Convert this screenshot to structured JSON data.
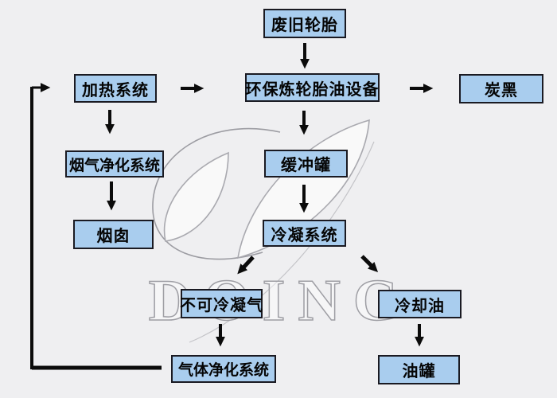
{
  "diagram": {
    "type": "flowchart",
    "colors": {
      "background": "#efeff1",
      "node_fill": "#a9cdee",
      "node_border": "#1a1a22",
      "arrow": "#0b0b0b",
      "watermark": "#a6a6ac"
    },
    "watermark": {
      "text": "DOING",
      "logo": "doing-leaf-logo"
    },
    "nodes": [
      {
        "id": "waste-tyre",
        "label": "废旧轮胎"
      },
      {
        "id": "heating-system",
        "label": "加热系统"
      },
      {
        "id": "tyre-oil-equipment",
        "label": "环保炼轮胎油设备"
      },
      {
        "id": "carbon-black",
        "label": "炭黑"
      },
      {
        "id": "flue-gas-purification",
        "label": "烟气净化系统"
      },
      {
        "id": "buffer-tank",
        "label": "缓冲罐"
      },
      {
        "id": "chimney",
        "label": "烟囱"
      },
      {
        "id": "condensing-system",
        "label": "冷凝系统"
      },
      {
        "id": "non-condensable-gas",
        "label": "不可冷凝气"
      },
      {
        "id": "cooling-oil",
        "label": "冷却油"
      },
      {
        "id": "gas-purification",
        "label": "气体净化系统"
      },
      {
        "id": "oil-tank",
        "label": "油罐"
      }
    ],
    "edges": [
      {
        "from": "waste-tyre",
        "to": "tyre-oil-equipment"
      },
      {
        "from": "heating-system",
        "to": "tyre-oil-equipment"
      },
      {
        "from": "tyre-oil-equipment",
        "to": "carbon-black"
      },
      {
        "from": "heating-system",
        "to": "flue-gas-purification"
      },
      {
        "from": "flue-gas-purification",
        "to": "chimney"
      },
      {
        "from": "tyre-oil-equipment",
        "to": "buffer-tank"
      },
      {
        "from": "buffer-tank",
        "to": "condensing-system"
      },
      {
        "from": "condensing-system",
        "to": "non-condensable-gas"
      },
      {
        "from": "condensing-system",
        "to": "cooling-oil"
      },
      {
        "from": "non-condensable-gas",
        "to": "gas-purification"
      },
      {
        "from": "cooling-oil",
        "to": "oil-tank"
      },
      {
        "from": "gas-purification",
        "to": "heating-system"
      }
    ]
  }
}
